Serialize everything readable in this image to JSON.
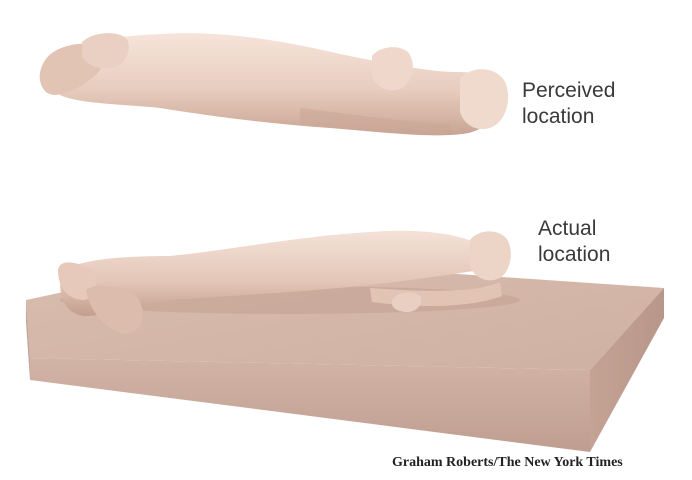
{
  "labels": {
    "perceived": {
      "line1": "Perceived",
      "line2": "location"
    },
    "actual": {
      "line1": "Actual",
      "line2": "location"
    }
  },
  "credit": "Graham Roberts/The New York Times",
  "colors": {
    "figure": "#ecd2c4",
    "figure_shadow": "#c9a696",
    "mattress_top": "#d9bcae",
    "mattress_side": "#c8a698",
    "text": "#3a3a3a"
  }
}
